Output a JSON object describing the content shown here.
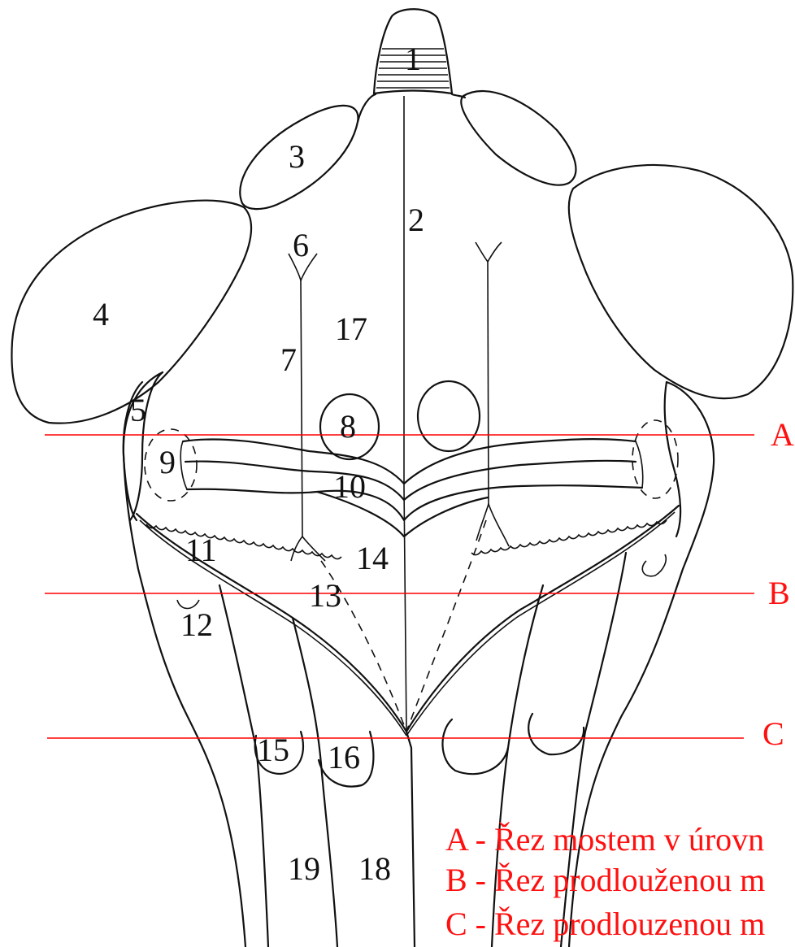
{
  "labels": {
    "l1": "1",
    "l2": "2",
    "l3": "3",
    "l4": "4",
    "l5": "5",
    "l6": "6",
    "l7": "7",
    "l8": "8",
    "l9": "9",
    "l10": "10",
    "l11": "11",
    "l12": "12",
    "l13": "13",
    "l14": "14",
    "l15": "15",
    "l16": "16",
    "l17": "17",
    "l18": "18",
    "l19": "19"
  },
  "label_colors": {
    "default": "#111111",
    "l6": "#5b8fe8",
    "l8": "#a0a0d8",
    "l9": "#1f3f7a"
  },
  "cuts": {
    "a": "A",
    "b": "B",
    "c": "C"
  },
  "cut_color": "#ff0000",
  "legend": {
    "a": "A - Řez mostem v úrovn",
    "b": "B - Řez prodlouženou m",
    "c": "C - Řez prodlouzenou m"
  }
}
